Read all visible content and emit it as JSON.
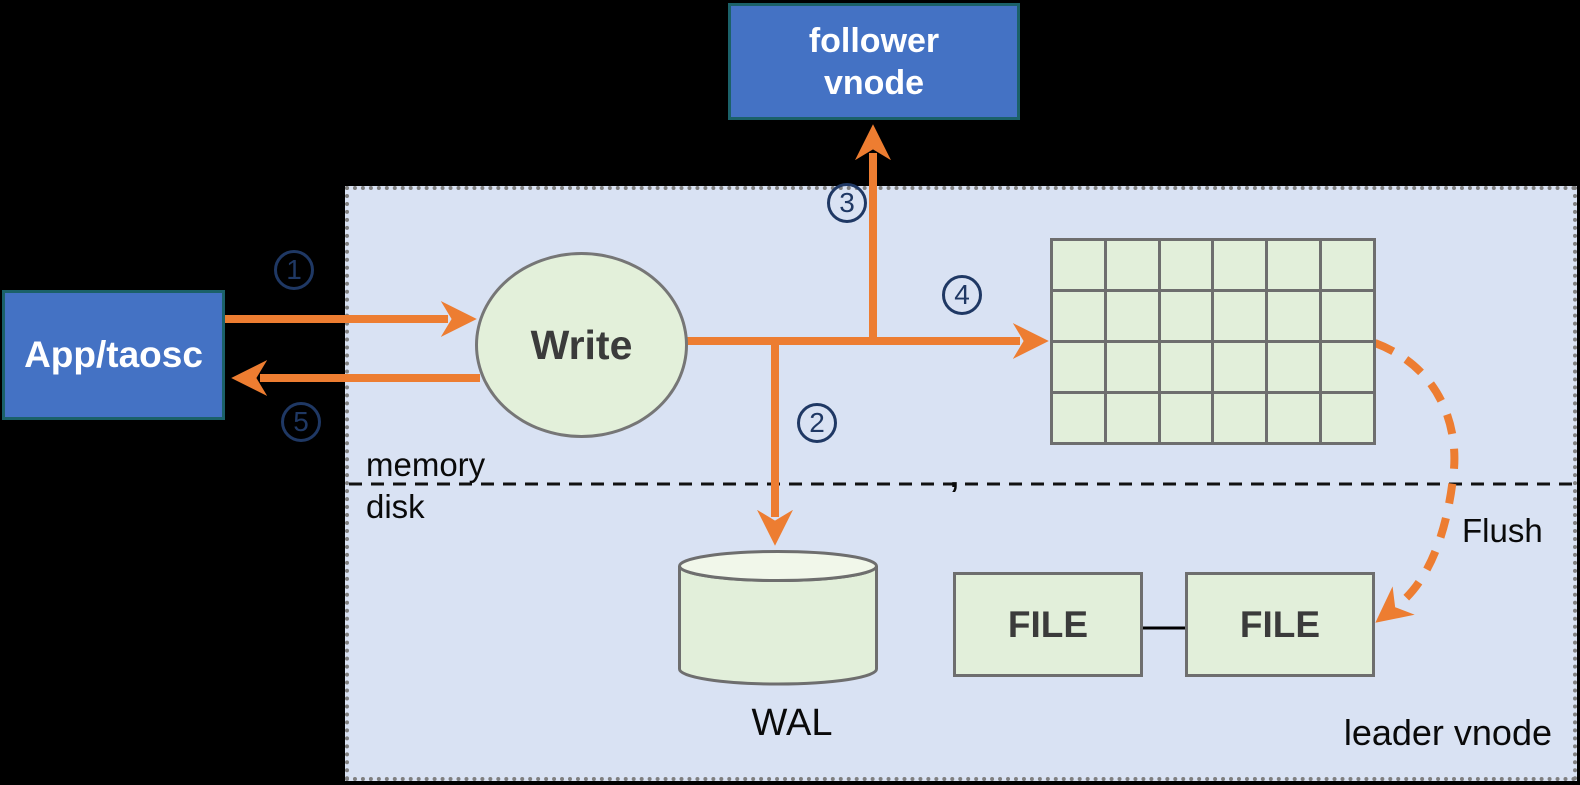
{
  "boxes": {
    "follower": {
      "lines": [
        "follower",
        "vnode"
      ]
    },
    "app": {
      "label": "App/taosc"
    },
    "write": {
      "label": "Write"
    },
    "wal": {
      "label": "WAL"
    },
    "file1": {
      "label": "FILE"
    },
    "file2": {
      "label": "FILE"
    },
    "leader": {
      "label": "leader vnode"
    }
  },
  "labels": {
    "memory": "memory",
    "disk": "disk",
    "flush": "Flush",
    "comma": ","
  },
  "steps": {
    "s1": "1",
    "s2": "2",
    "s3": "3",
    "s4": "4",
    "s5": "5"
  },
  "grid": {
    "rows": 4,
    "cols": 6
  },
  "colors": {
    "arrow_orange": "#ED7D31",
    "step_navy": "#1F3864",
    "node_blue": "#4472C4",
    "node_border_teal": "#1B6169",
    "region_lavender": "#D9E2F3",
    "shape_green": "#E2EFDA",
    "shape_border_gray": "#6E6E6E",
    "background": "#000000"
  }
}
